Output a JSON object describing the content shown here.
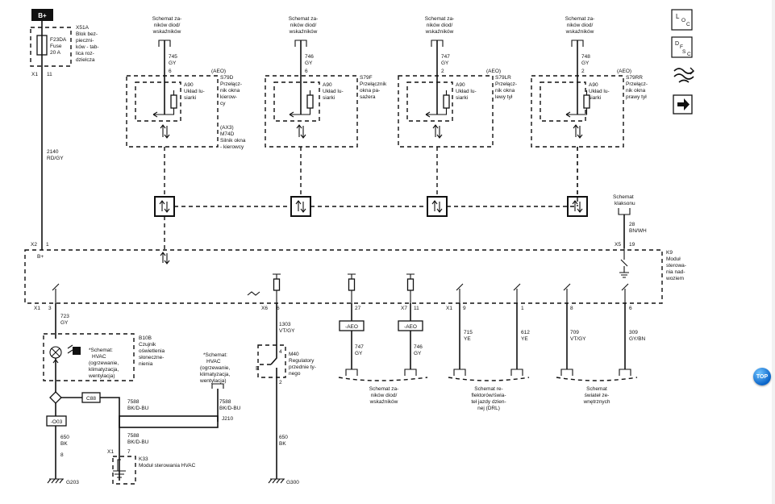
{
  "header": {
    "tag": "B+"
  },
  "fuse": {
    "id": "X51A",
    "desc_lines": [
      "Blok bez-",
      "pieczni-",
      "ków - tab-",
      "lica roz-",
      "dzielcza"
    ],
    "name": "F23DA",
    "label": "Fuse",
    "rating": "20 A",
    "conn": "X1",
    "pin": "11"
  },
  "main_wire": {
    "circuit": "2140",
    "color": "RD/GY"
  },
  "bus_conn": {
    "conn": "X2",
    "pin": "1",
    "label": "B+"
  },
  "switches": [
    {
      "scheme_lines": [
        "Schemat za-",
        "ników diod/",
        "wskaźników"
      ],
      "circuit": "745",
      "color": "GY",
      "pin": "6",
      "option": "(AEO)",
      "id": "S79D",
      "title_lines": [
        "Przełącz-",
        "nik okna",
        "kierow-",
        "cy"
      ],
      "sub_id": "A90",
      "sub_lines": [
        "Układ lu-",
        "siarki"
      ],
      "extra_lines": [
        "(AX3)",
        "M74D",
        "Silnik okna",
        "- kierowcy"
      ]
    },
    {
      "scheme_lines": [
        "Schemat za-",
        "ników diod/",
        "wskaźników"
      ],
      "circuit": "746",
      "color": "GY",
      "pin": "6",
      "option": "",
      "id": "S79F",
      "title_lines": [
        "Przełącznik",
        "okna pa-",
        "sażera"
      ],
      "sub_id": "A90",
      "sub_lines": [
        "Układ lu-",
        "siarki"
      ],
      "extra_lines": []
    },
    {
      "scheme_lines": [
        "Schemat za-",
        "ników diod/",
        "wskaźników"
      ],
      "circuit": "747",
      "color": "GY",
      "pin": "2",
      "option": "(AEO)",
      "id": "S79LR",
      "title_lines": [
        "Przełącz-",
        "nik okna",
        "lewy tył"
      ],
      "sub_id": "A90",
      "sub_lines": [
        "Układ lu-",
        "siarki"
      ],
      "extra_lines": []
    },
    {
      "scheme_lines": [
        "Schemat za-",
        "ników diod/",
        "wskaźników"
      ],
      "circuit": "748",
      "color": "GY",
      "pin": "2",
      "option": "(AEO)",
      "id": "S79RR",
      "title_lines": [
        "Przełącz-",
        "nik okna",
        "prawy tył"
      ],
      "sub_id": "A90",
      "sub_lines": [
        "Układ lu-",
        "siarki"
      ],
      "extra_lines": []
    }
  ],
  "horn_ref": {
    "lines": [
      "Schemat",
      "klaksonu"
    ],
    "circuit": "28",
    "color": "BN/WH",
    "conn": "X5",
    "pin": "19"
  },
  "module": {
    "id": "K9",
    "lines": [
      "Moduł",
      "sterowa-",
      "nia nad-",
      "woziem"
    ]
  },
  "x1_left": {
    "conn": "X1",
    "pin": "3",
    "circuit": "723",
    "color": "GY"
  },
  "sensor": {
    "id": "B10B",
    "lines": [
      "Czujnik",
      "oświetlenia",
      "słoneczne-",
      "nienia"
    ]
  },
  "hvac_note_1": {
    "lines": [
      "*Schemat:",
      "HVAC",
      "(ogrzewanie,",
      "klimatyzacja,",
      "wentylacja)"
    ]
  },
  "hvac_note_2": {
    "lines": [
      "*Schemat:",
      "HVAC",
      "(ogrzewanie,",
      "klimatyzacja,",
      "wentylacja)"
    ]
  },
  "splices": {
    "c88": "C88",
    "j210": "J210",
    "o03": "-O03"
  },
  "bk_wire_1": {
    "circuit": "7588",
    "color": "BK/D-BU"
  },
  "bk_wire_2": {
    "circuit": "7588",
    "color": "BK/D-BU"
  },
  "bk_wire_3": {
    "circuit": "7588",
    "color": "BK/D-BU"
  },
  "left_ground_wire": {
    "circuit": "650",
    "color": "BK",
    "pin": "8"
  },
  "hvac_module": {
    "conn": "X1",
    "pin": "7",
    "id": "K33",
    "label": "Moduł sterowania HVAC"
  },
  "grounds": {
    "g203": "G203",
    "g300": "G300"
  },
  "x6": {
    "conn": "X6",
    "pin": "6",
    "circuit": "1303",
    "color": "VT/GY"
  },
  "mirror_switch": {
    "id": "M40",
    "lines": [
      "Regulatory",
      "przednie ty-",
      "nego"
    ],
    "pin_top": "4",
    "pin_bottom": "2"
  },
  "center_ground_wire": {
    "circuit": "650",
    "color": "BK"
  },
  "pin_27": {
    "pin": "27",
    "option": "-AEO",
    "circuit": "747",
    "color": "GY"
  },
  "x7": {
    "conn": "X7",
    "pin": "11",
    "option": "-AEO",
    "circuit": "746",
    "color": "GY"
  },
  "scheme_bottom_1": {
    "lines": [
      "Schemat za-",
      "ników diod/",
      "wskaźników"
    ]
  },
  "x1_right": {
    "conn": "X1",
    "pin": "9"
  },
  "wire_715": {
    "circuit": "715",
    "color": "YE"
  },
  "wire_612": {
    "pin": "1",
    "circuit": "612",
    "color": "YE"
  },
  "scheme_bottom_2": {
    "lines": [
      "Schemat re-",
      "flektorów/świa-",
      "teł jazdy dzien-",
      "nej (DRL)"
    ]
  },
  "wire_709": {
    "pin": "8",
    "circuit": "709",
    "color": "VT/GY"
  },
  "wire_309": {
    "pin": "6",
    "circuit": "309",
    "color": "GY/BN"
  },
  "scheme_bottom_3": {
    "lines": [
      "Schemat",
      "świateł ze-",
      "wnętrznych"
    ]
  },
  "sidebar": {
    "btn1": {
      "main": "L",
      "sub1": "O",
      "sub2": "C"
    },
    "btn2": {
      "main": "D",
      "sub1": "F",
      "sub2": "S",
      "sub3": "C"
    }
  },
  "icons": [
    "loc-icon",
    "dfsc-icon",
    "harness-icon",
    "next-arrow-icon"
  ],
  "top_button": {
    "label": "TOP"
  }
}
